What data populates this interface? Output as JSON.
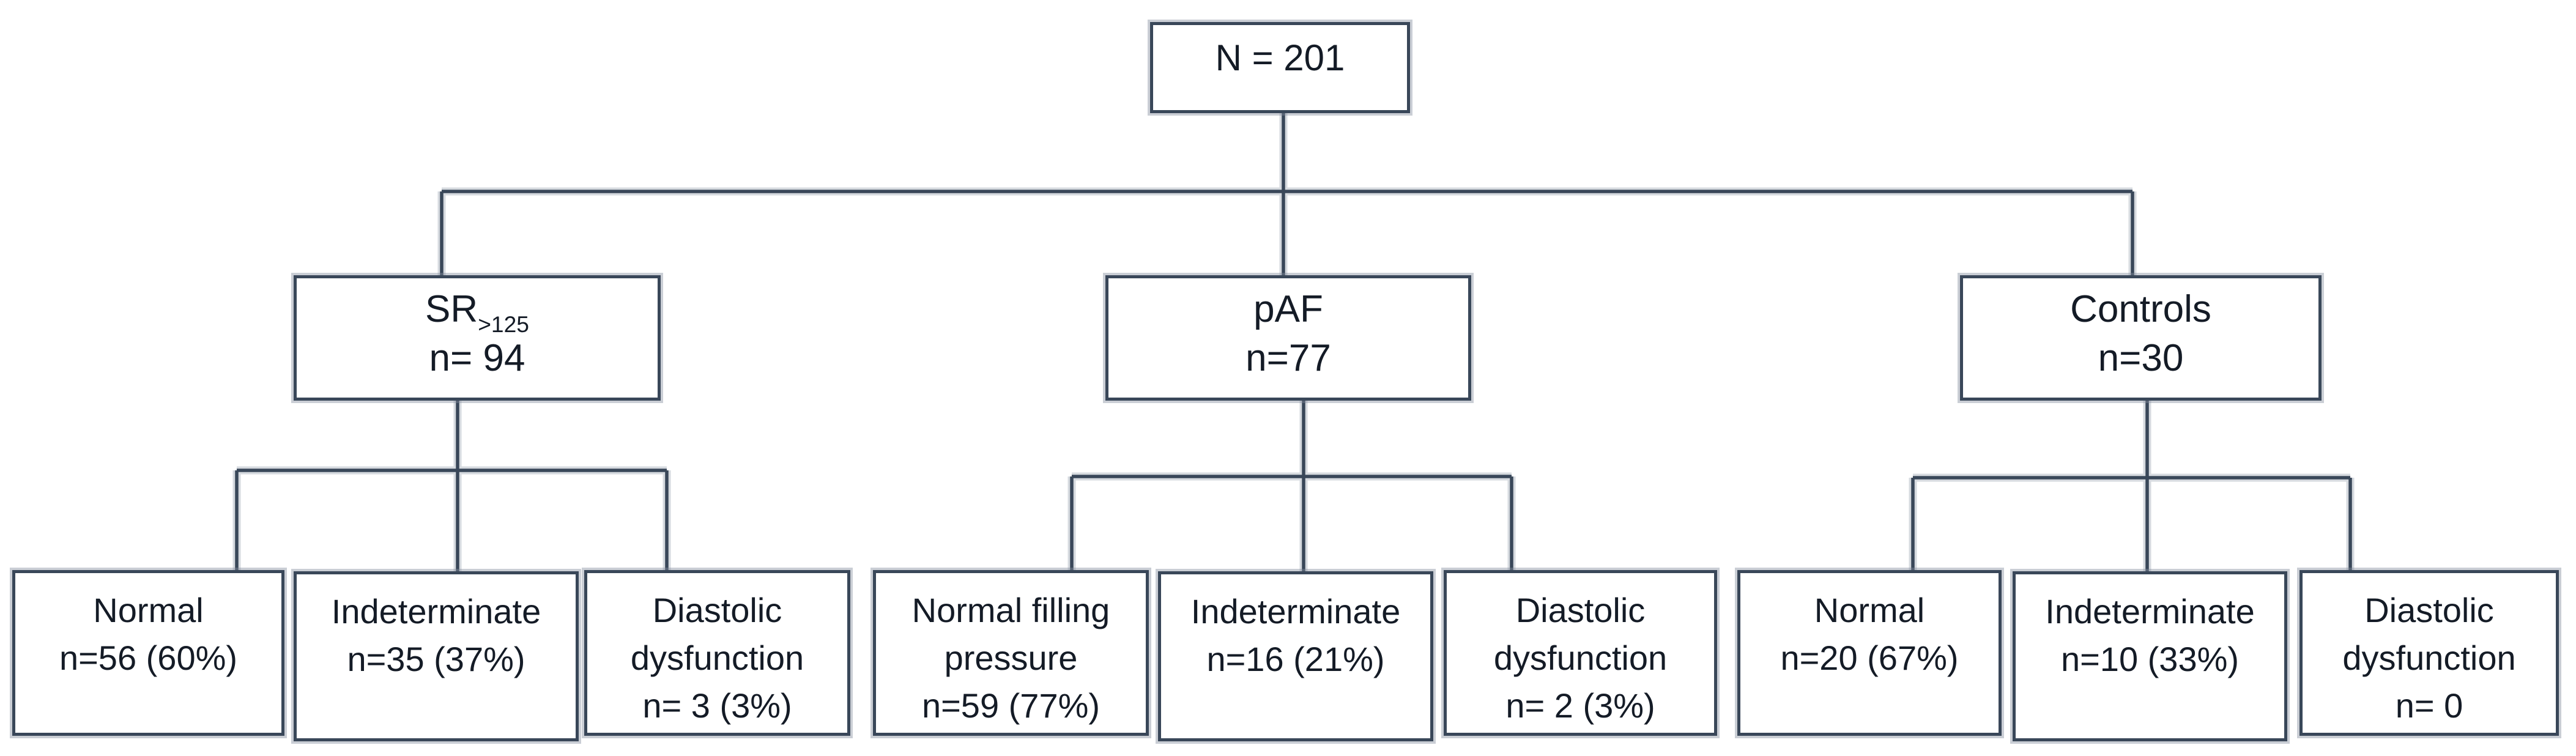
{
  "diagram": {
    "root": {
      "label": "N = 201"
    },
    "groups": [
      {
        "label": "SR",
        "label_sub": ">125",
        "count": "n= 94",
        "children": [
          {
            "label": "Normal",
            "value": "n=56 (60%)"
          },
          {
            "label": "Indeterminate",
            "value": "n=35 (37%)"
          },
          {
            "label": "Diastolic dysfunction",
            "value": "n= 3 (3%)"
          }
        ]
      },
      {
        "label": "pAF",
        "label_sub": "",
        "count": "n=77",
        "children": [
          {
            "label": "Normal filling pressure",
            "value": "n=59 (77%)"
          },
          {
            "label": "Indeterminate",
            "value": "n=16 (21%)"
          },
          {
            "label": "Diastolic dysfunction",
            "value": "n= 2 (3%)"
          }
        ]
      },
      {
        "label": "Controls",
        "label_sub": "",
        "count": "n=30",
        "children": [
          {
            "label": "Normal",
            "value": "n=20 (67%)"
          },
          {
            "label": "Indeterminate",
            "value": "n=10 (33%)"
          },
          {
            "label": "Diastolic dysfunction",
            "value": "n= 0"
          }
        ]
      }
    ],
    "colors": {
      "line": "#394759",
      "halo": "rgba(128,139,154,0.42)",
      "text": "#141b26",
      "background": "#ffffff"
    }
  }
}
